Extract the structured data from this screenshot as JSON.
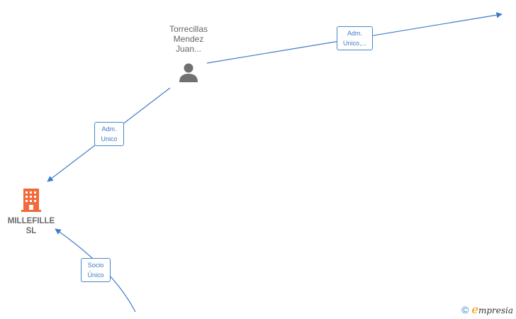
{
  "nodes": {
    "person": {
      "name_lines": [
        "Torrecillas",
        "Mendez",
        "Juan..."
      ]
    },
    "company": {
      "name_lines": [
        "MILLEFILLE",
        "SL"
      ]
    }
  },
  "edges": [
    {
      "id": "edge-person-out",
      "label_lines": [
        "Adm.",
        "Unico,..."
      ]
    },
    {
      "id": "edge-person-company",
      "label_lines": [
        "Adm.",
        "Unico"
      ]
    },
    {
      "id": "edge-socio-company",
      "label_lines": [
        "Socio",
        "Único"
      ]
    }
  ],
  "watermark": {
    "copyright_symbol": "©",
    "brand_initial": "e",
    "brand_rest": "mpresia"
  },
  "colors": {
    "edge": "#3f7bc4",
    "company_icon": "#f26a3b",
    "person_icon": "#707070"
  }
}
